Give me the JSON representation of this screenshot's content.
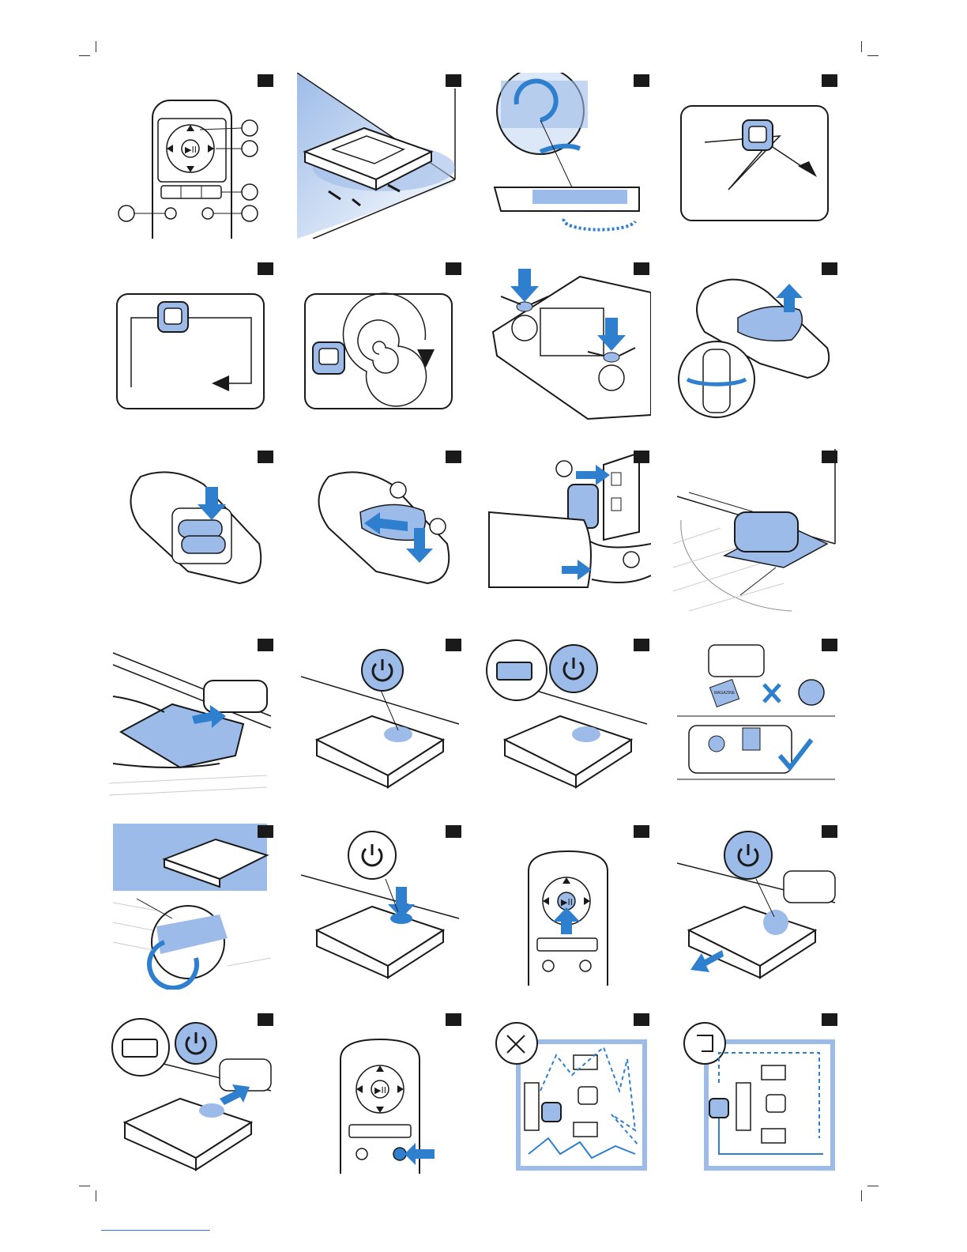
{
  "document": {
    "type": "instruction-manual-illustration-page",
    "step_count": 24
  },
  "colors": {
    "accent_blue": "#2f7fcf",
    "light_blue": "#9dbbe8",
    "pale_blue": "#dce8f8",
    "outline": "#1a1a1a",
    "badge": "#1a1a1a"
  },
  "icons": {
    "power": "power-icon",
    "home": "home-icon",
    "clock": "clock-icon",
    "play_pause": "play-pause-icon",
    "random_mode": "random-mode-icon",
    "spiral_mode": "spiral-mode-icon",
    "wall_mode": "wall-follow-icon",
    "battery": "battery-icon",
    "check": "check-icon",
    "cross": "cross-icon"
  },
  "labels": {
    "magazine": "MAGAZINE"
  }
}
